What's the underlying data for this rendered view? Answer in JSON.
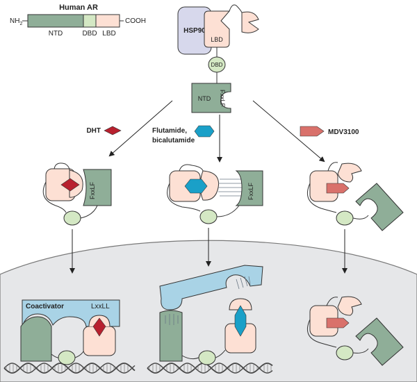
{
  "domain_map": {
    "title": "Human AR",
    "nh2": "NH",
    "nh2_sub": "2",
    "cooh": "COOH",
    "ntd": "NTD",
    "dbd": "DBD",
    "lbd": "LBD"
  },
  "complex": {
    "hsp90": "HSP90",
    "lbd": "LBD",
    "dbd": "DBD",
    "ntd": "NTD",
    "motif": "FxxLF"
  },
  "ligands": {
    "dht": "DHT",
    "flutamide_line1": "Flutamide,",
    "flutamide_line2": "bicalutamide",
    "mdv": "MDV3100"
  },
  "cyto": {
    "left_motif": "FxxLF",
    "middle_motif": "FxxLF"
  },
  "nucleus": {
    "coactivator": "Coactivator",
    "lxxll": "LxxLL"
  },
  "colors": {
    "ntd_green": "#8fae98",
    "dbd_green": "#d4e8c4",
    "lbd_pink": "#fde0d4",
    "hsp90_lavender": "#d7d8ec",
    "dht_red": "#b8202e",
    "flutamide_blue": "#1aa0c8",
    "mdv_salmon": "#d9716b",
    "coactivator_blue": "#a9d3e6",
    "nucleus_gray": "#e6e7e9"
  }
}
